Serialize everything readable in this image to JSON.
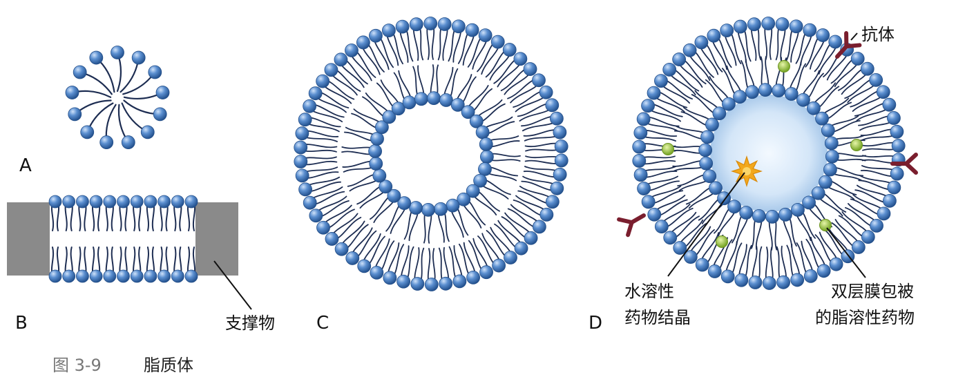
{
  "panels": {
    "a": {
      "letter": "A"
    },
    "b": {
      "letter": "B",
      "support_label": "支撑物"
    },
    "c": {
      "letter": "C"
    },
    "d": {
      "letter": "D",
      "antibody_label": "抗体",
      "water_drug_label_line1": "水溶性",
      "water_drug_label_line2": "药物结晶",
      "lipid_drug_label_line1": "双层膜包被",
      "lipid_drug_label_line2": "的脂溶性药物"
    }
  },
  "caption": {
    "number": "图 3-9",
    "title": "脂质体"
  },
  "colors": {
    "head": "#3f74b8",
    "head_highlight": "#a9c9ee",
    "tail": "#1d2d52",
    "support": "#8a8a8a",
    "antibody": "#7a1e2e",
    "lipid_drug": "#9cc23a",
    "crystal": "#f2a81d",
    "core": "#cfe3f7"
  }
}
